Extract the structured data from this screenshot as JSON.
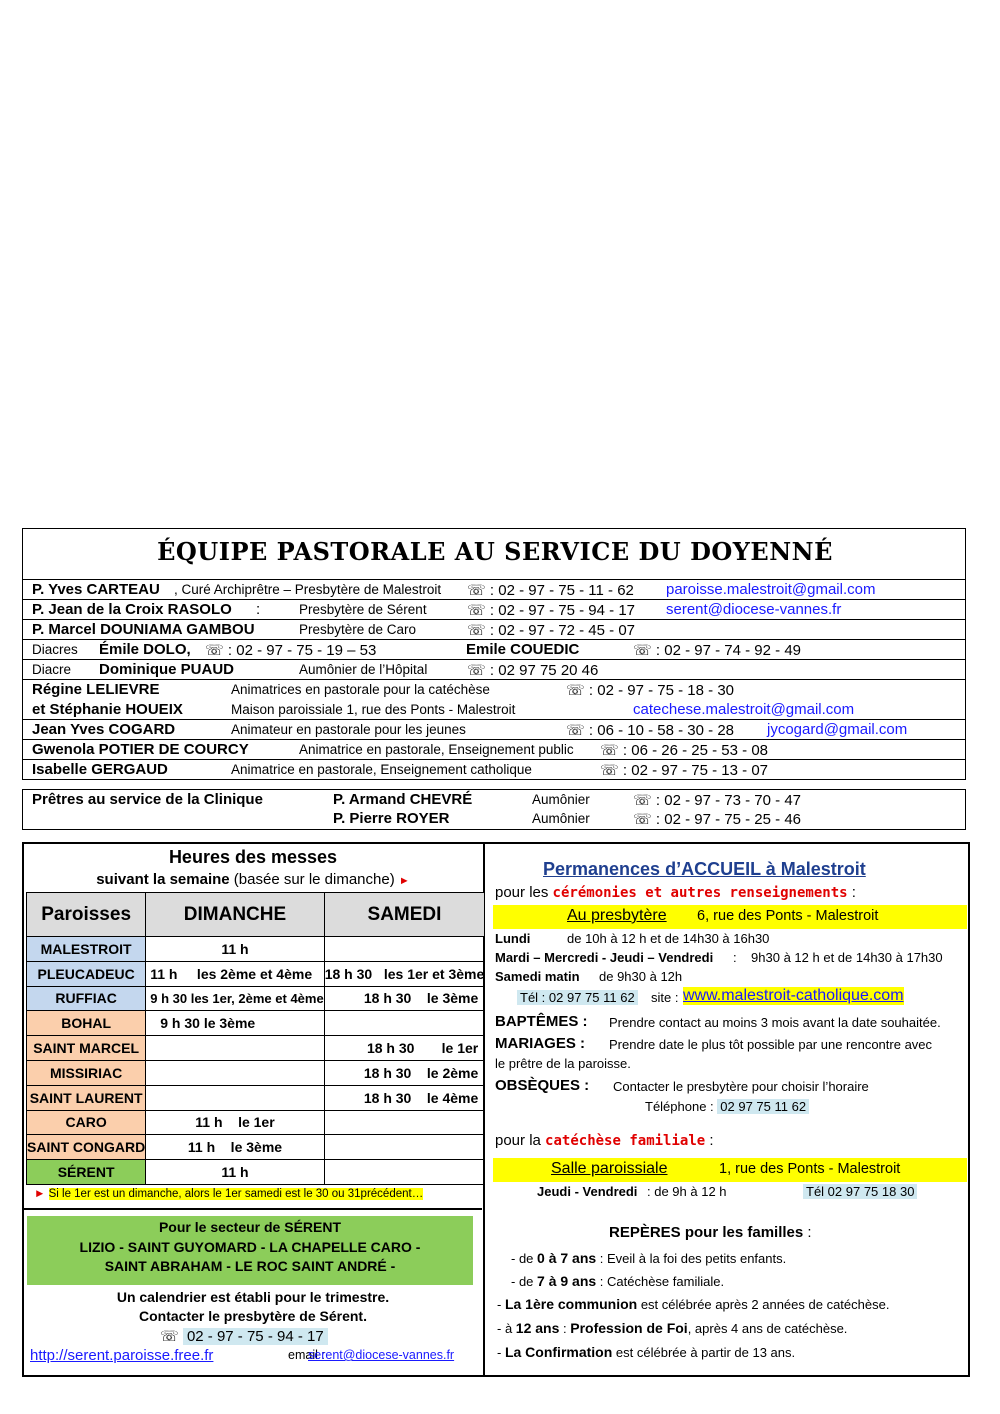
{
  "equipe": {
    "title": "ÉQUIPE PASTORALE AU SERVICE DU DOYENNÉ",
    "rows": [
      {
        "name": "P. Yves CARTEAU",
        "role": ", Curé Archiprêtre – Presbytère de Malestroit",
        "phone": "☏ : 02 - 97 - 75 - 11 - 62",
        "email": "paroisse.malestroit@gmail.com"
      },
      {
        "name": "P. Jean de la Croix RASOLO",
        "sep": " :",
        "role": "Presbytère de Sérent",
        "phone": "☏ : 02 - 97 - 75 - 94 - 17",
        "email": "serent@diocese-vannes.fr"
      },
      {
        "name": "P. Marcel DOUNIAMA GAMBOU",
        "role": "Presbytère de Caro",
        "phone": "☏ : 02 - 97 - 72 - 45 - 07"
      },
      {
        "prefix": "Diacres",
        "name": "Émile DOLO,",
        "phone": "☏ : 02 - 97 - 75 - 19 – 53",
        "name2": "Emile COUEDIC",
        "phone2": "☏ : 02 - 97 - 74 - 92 - 49"
      },
      {
        "prefix": "Diacre",
        "name": "Dominique PUAUD",
        "role": "Aumônier de l’Hôpital",
        "phone": "☏ : 02 97 75 20 46"
      },
      {
        "name": "Régine LELIEVRE",
        "role": "Animatrices en pastorale pour la catéchèse",
        "phone": "☏ : 02 - 97 - 75 - 18 - 30"
      },
      {
        "name": "et Stéphanie HOUEIX",
        "role": "Maison paroissiale 1, rue des Ponts - Malestroit",
        "email": "catechese.malestroit@gmail.com"
      },
      {
        "name": "Jean Yves COGARD",
        "role": "Animateur en pastorale pour les jeunes",
        "phone": "☏ : 06 - 10 - 58 - 30 - 28",
        "email": "jycogard@gmail.com"
      },
      {
        "name": "Gwenola POTIER DE COURCY",
        "role": "Animatrice en pastorale, Enseignement public",
        "phone": "☏ : 06 - 26 - 25 - 53 - 08"
      },
      {
        "name": "Isabelle GERGAUD",
        "role": "Animatrice en pastorale, Enseignement catholique",
        "phone": "☏ : 02 - 97 - 75 - 13 - 07"
      }
    ]
  },
  "clinique": {
    "label": "Prêtres au service de la Clinique",
    "priests": [
      {
        "name": "P. Armand CHEVRÉ",
        "role": "Aumônier",
        "phone": "☏ : 02 - 97 - 73 - 70 - 47"
      },
      {
        "name": "P. Pierre ROYER",
        "role": "Aumônier",
        "phone": "☏ : 02 - 97 - 75 - 25 - 46"
      }
    ]
  },
  "messes": {
    "title": "Heures des messes",
    "subtitle_bold": "suivant la semaine",
    "subtitle_rest": " (basée sur le dimanche) ",
    "marker": "►",
    "headers": [
      "Paroisses",
      "DIMANCHE",
      "SAMEDI"
    ],
    "rows": [
      {
        "paroisse": "MALESTROIT",
        "bg": "blue",
        "dimanche": "11 h",
        "samedi": ""
      },
      {
        "paroisse": "PLEUCADEUC",
        "bg": "blue",
        "dimanche": "11 h     les 2ème et 4ème",
        "samedi": "18 h 30   les 1er et 3ème"
      },
      {
        "paroisse": "RUFFIAC",
        "bg": "blue",
        "dimanche": "9 h 30 les 1er, 2ème et 4ème",
        "samedi": "18 h 30    le 3ème"
      },
      {
        "paroisse": "BOHAL",
        "bg": "orange",
        "dimanche": "9 h 30 le 3ème",
        "samedi": ""
      },
      {
        "paroisse": "SAINT MARCEL",
        "bg": "orange",
        "dimanche": "",
        "samedi": "18 h 30       le 1er"
      },
      {
        "paroisse": "MISSIRIAC",
        "bg": "orange",
        "dimanche": "",
        "samedi": "18 h 30    le 2ème"
      },
      {
        "paroisse": "SAINT LAURENT",
        "bg": "orange",
        "dimanche": "",
        "samedi": "18 h 30    le 4ème"
      },
      {
        "paroisse": "CARO",
        "bg": "orange",
        "dimanche": "11 h    le 1er",
        "samedi": ""
      },
      {
        "paroisse": "SAINT CONGARD",
        "bg": "orange",
        "dimanche": "11 h    le 3ème",
        "samedi": ""
      },
      {
        "paroisse": "SÉRENT",
        "bg": "green",
        "dimanche": "11 h",
        "samedi": ""
      }
    ],
    "note_marker": "►",
    "note": "Si le 1er est un dimanche, alors le 1er samedi est le 30 ou 31précédent…",
    "serent_box": {
      "line1": "Pour le secteur de SÉRENT",
      "line2": "LIZIO - SAINT GUYOMARD - LA CHAPELLE CARO -",
      "line3": "SAINT ABRAHAM - LE ROC SAINT ANDRÉ -"
    },
    "calendar_line1": "Un calendrier est établi pour le trimestre.",
    "calendar_line2": "Contacter le presbytère de Sérent.",
    "phone_icon": "☏",
    "phone": "02 - 97 - 75 - 94 - 17",
    "site": "http://serent.paroisse.free.fr",
    "email_label": "email :",
    "email": "serent@diocese-vannes.fr"
  },
  "accueil": {
    "title": "Permanences d’ACCUEIL  à  Malestroit",
    "pour_les": "pour les ",
    "ceremonies": "cérémonies et autres renseignements",
    "colon": " :",
    "presbytere_label": "Au presbytère",
    "presbytere_addr": "  6, rue des Ponts - Malestroit",
    "hours": [
      {
        "day": "Lundi",
        "time": "de 10h à 12 h et de 14h30 à 16h30"
      },
      {
        "day": "Mardi – Mercredi - Jeudi – Vendredi",
        "time": ":    9h30 à 12 h et de 14h30 à 17h30"
      },
      {
        "day": "Samedi matin",
        "time": "de 9h30 à 12h"
      }
    ],
    "tel": "Tél : 02 97 75 11 62",
    "site_label": "site : ",
    "site": "www.malestroit-catholique.com",
    "baptemes_label": "BAPTÊMES :",
    "baptemes": "Prendre contact au moins 3 mois avant la date souhaitée.",
    "mariages_label": "MARIAGES :",
    "mariages1": "Prendre date le plus tôt possible par une rencontre avec",
    "mariages2": "le prêtre de la paroisse.",
    "obseques_label": "OBSÈQUES :",
    "obseques": "Contacter le presbytère pour choisir l’horaire",
    "telephone_label": "Téléphone : ",
    "telephone": "02 97 75 11 62",
    "pour_la": "pour la ",
    "catechese": "catéchèse familiale",
    "colon2": " :",
    "salle_label": "Salle paroissiale",
    "salle_addr": "1, rue des Ponts - Malestroit",
    "salle_days": "Jeudi - Vendredi",
    "salle_time": ": de 9h à 12 h",
    "salle_tel": "Tél 02 97 75 18 30",
    "reperes_title": "REPÈRES pour les familles",
    "reperes_colon": " :",
    "reperes": [
      {
        "pre": "- de ",
        "b": "0 à 7 ans",
        "post": " : Eveil à la foi des petits enfants."
      },
      {
        "pre": "- de ",
        "b": "7 à 9 ans",
        "post": " : Catéchèse familiale."
      },
      {
        "pre": "- ",
        "b": "La 1ère communion",
        "post": " est célébrée après 2 années de catéchèse."
      },
      {
        "pre": "- à ",
        "b": "12 ans",
        "mid": " : ",
        "b2": "Profession de Foi",
        "post": ", après 4 ans de catéchèse."
      },
      {
        "pre": "- ",
        "b": "La Confirmation",
        "post": " est célébrée à partir de 13 ans."
      }
    ]
  }
}
